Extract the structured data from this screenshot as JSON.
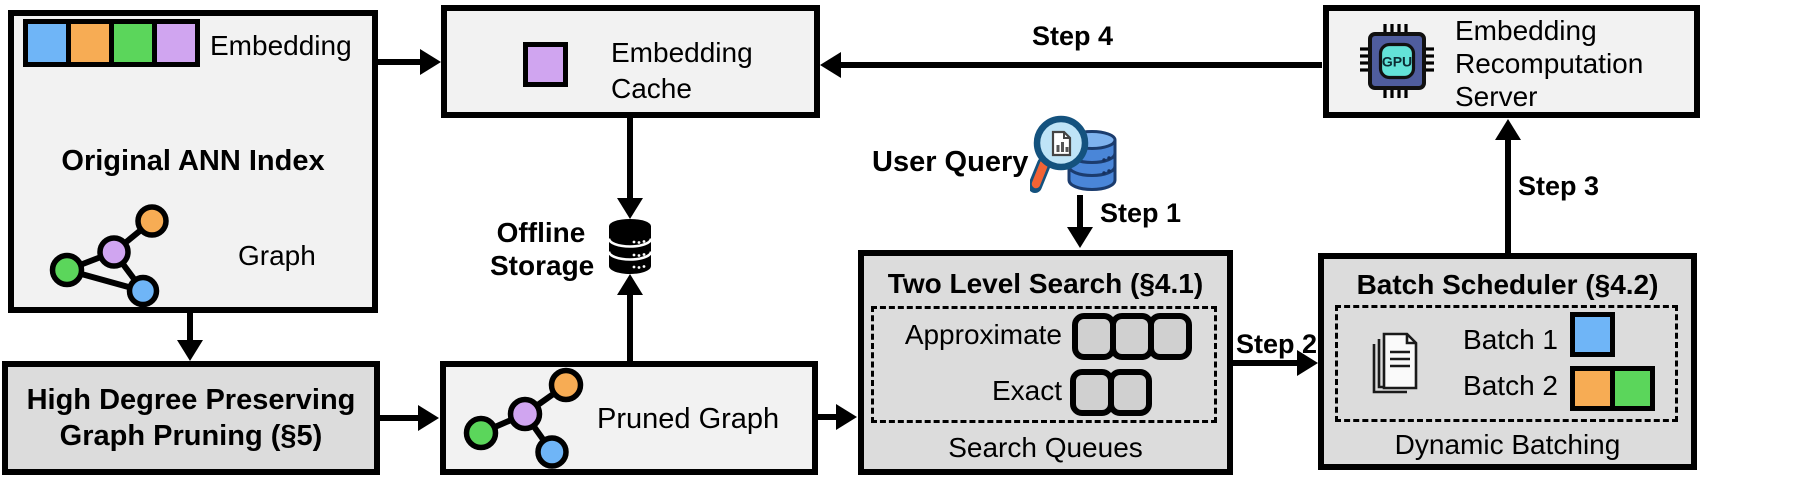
{
  "original_ann_index": {
    "title": "Original ANN Index",
    "embedding_label": "Embedding",
    "graph_label": "Graph"
  },
  "high_degree_pruning": {
    "lines": [
      "High Degree Preserving",
      "Graph Pruning (§5)"
    ]
  },
  "embedding_cache": {
    "lines": [
      "Embedding",
      "Cache"
    ]
  },
  "offline_storage": {
    "lines": [
      "Offline",
      "Storage"
    ]
  },
  "pruned_graph": {
    "label": "Pruned Graph"
  },
  "user_query": {
    "label": "User Query"
  },
  "two_level_search": {
    "title": "Two Level Search (§4.1)",
    "approximate_label": "Approximate",
    "exact_label": "Exact",
    "footer": "Search Queues",
    "approximate_queue_count": 3,
    "exact_queue_count": 2
  },
  "batch_scheduler": {
    "title": "Batch Scheduler (§4.2)",
    "batch1_label": "Batch 1",
    "batch2_label": "Batch 2",
    "footer": "Dynamic Batching"
  },
  "recomputation_server": {
    "lines": [
      "Embedding",
      "Recomputation",
      "Server"
    ],
    "gpu_label": "GPU"
  },
  "steps": {
    "step1": "Step 1",
    "step2": "Step 2",
    "step3": "Step 3",
    "step4": "Step 4"
  },
  "colors": {
    "blue": "#6FB5F7",
    "orange": "#F7AC54",
    "green": "#5BD65B",
    "purple": "#D0A5F0",
    "gpu_chip": "#4F5D9E",
    "gpu_core": "#63E2D8",
    "db_blue": "#4A86D8",
    "db_top": "#7FB3EF",
    "lens_blue": "#BFE4F7",
    "handle_orange": "#F26335"
  }
}
